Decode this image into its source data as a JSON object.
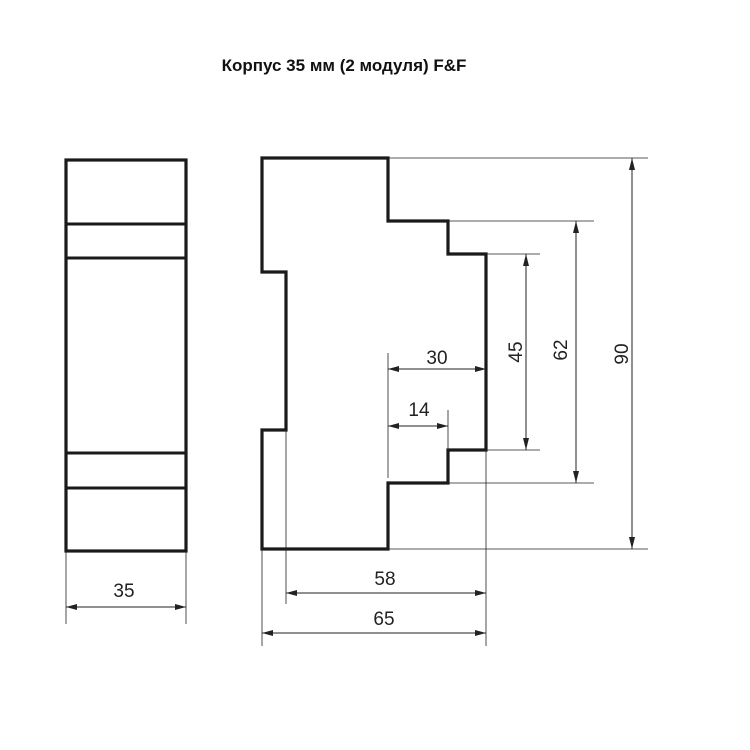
{
  "title": "Корпус 35 мм (2 модуля) F&F",
  "dimensions": {
    "front_width": "35",
    "total_height": "90",
    "step_height": "62",
    "front_height": "45",
    "depth_30": "30",
    "depth_14": "14",
    "depth_58": "58",
    "total_depth": "65"
  },
  "colors": {
    "outline": "#1a1a1a",
    "dimension": "#222222",
    "background": "#ffffff"
  }
}
